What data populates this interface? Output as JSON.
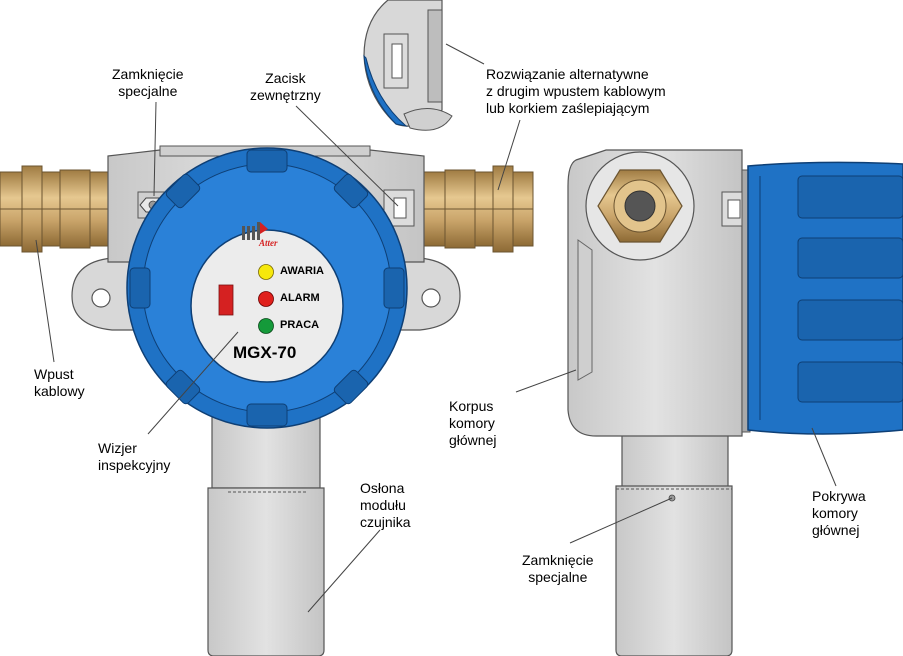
{
  "device": {
    "model": "MGX-70",
    "brand": "Atter",
    "indicators": [
      {
        "label": "AWARIA",
        "color": "#f6e80c"
      },
      {
        "label": "ALARM",
        "color": "#e0201c"
      },
      {
        "label": "PRACA",
        "color": "#159a3a"
      }
    ],
    "colors": {
      "cover_blue": "#1f72c5",
      "body_grey": "#dcdcdc",
      "brass": "#c9a46a",
      "outline": "#555555"
    }
  },
  "labels": {
    "special_closure_top": "Zamknięcie\nspecjalne",
    "external_clamp": "Zacisk\nzewnętrzny",
    "alternative": "Rozwiązanie alternatywne\nz drugim wpustem kablowym\nlub korkiem zaślepiającym",
    "cable_gland": "Wpust\nkablowy",
    "inspection_window": "Wizjer\ninspekcyjny",
    "sensor_cover": "Osłona\nmodułu\nczujnika",
    "main_body": "Korpus\nkomory\ngłównej",
    "special_closure_bottom": "Zamknięcie\nspecjalne",
    "main_cover": "Pokrywa\nkomory\ngłównej"
  }
}
